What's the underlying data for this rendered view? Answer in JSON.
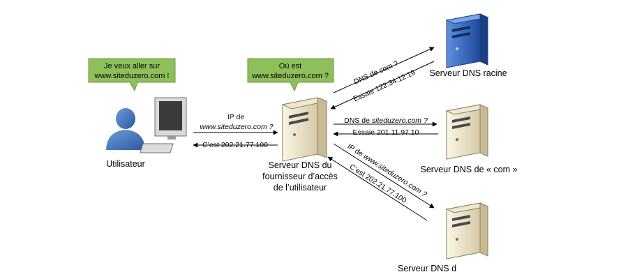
{
  "colors": {
    "bubble_fill": "#8fbf5a",
    "bubble_stroke": "#6c9a3c",
    "user_blue": "#3d6fb4",
    "root_server_blue": "#2e5fb8",
    "server_beige": "#e6dcc2",
    "arrow": "#000000"
  },
  "bubbles": {
    "user": {
      "line1": "Je veux aller sur",
      "line2": "www.siteduzero.com !"
    },
    "isp": {
      "line1": "Où est",
      "line2": "www.siteduzero.com ?"
    }
  },
  "nodes": {
    "user": {
      "label": "Utilisateur",
      "icon": "user-computer-icon"
    },
    "isp": {
      "line1": "Serveur DNS du",
      "line2": "fournisseur d’accès",
      "line3": "de l’utilisateur",
      "icon": "server-tower-icon"
    },
    "root": {
      "label": "Serveur DNS racine",
      "icon": "server-tower-blue-icon"
    },
    "com": {
      "label": "Serveur DNS de « com »",
      "icon": "server-tower-icon"
    },
    "site": {
      "label": "Serveur DNS d",
      "icon": "server-tower-icon"
    }
  },
  "edges": {
    "user_query": {
      "line1": "IP de",
      "line2": "www.siteduzero.com ?"
    },
    "user_reply": "C’est 202.21.77.100",
    "root_query": "DNS de com ?",
    "root_reply": "Essaie 122.34.12.19",
    "com_query_prefix": "DNS de ",
    "com_query_domain": "siteduzero.com ?",
    "com_reply": "Essaie 201.11.97.10",
    "site_query_prefix": "IP de ",
    "site_query_domain": "www.siteduzero.com ?",
    "site_reply": "C’est 202.21.77.100"
  }
}
